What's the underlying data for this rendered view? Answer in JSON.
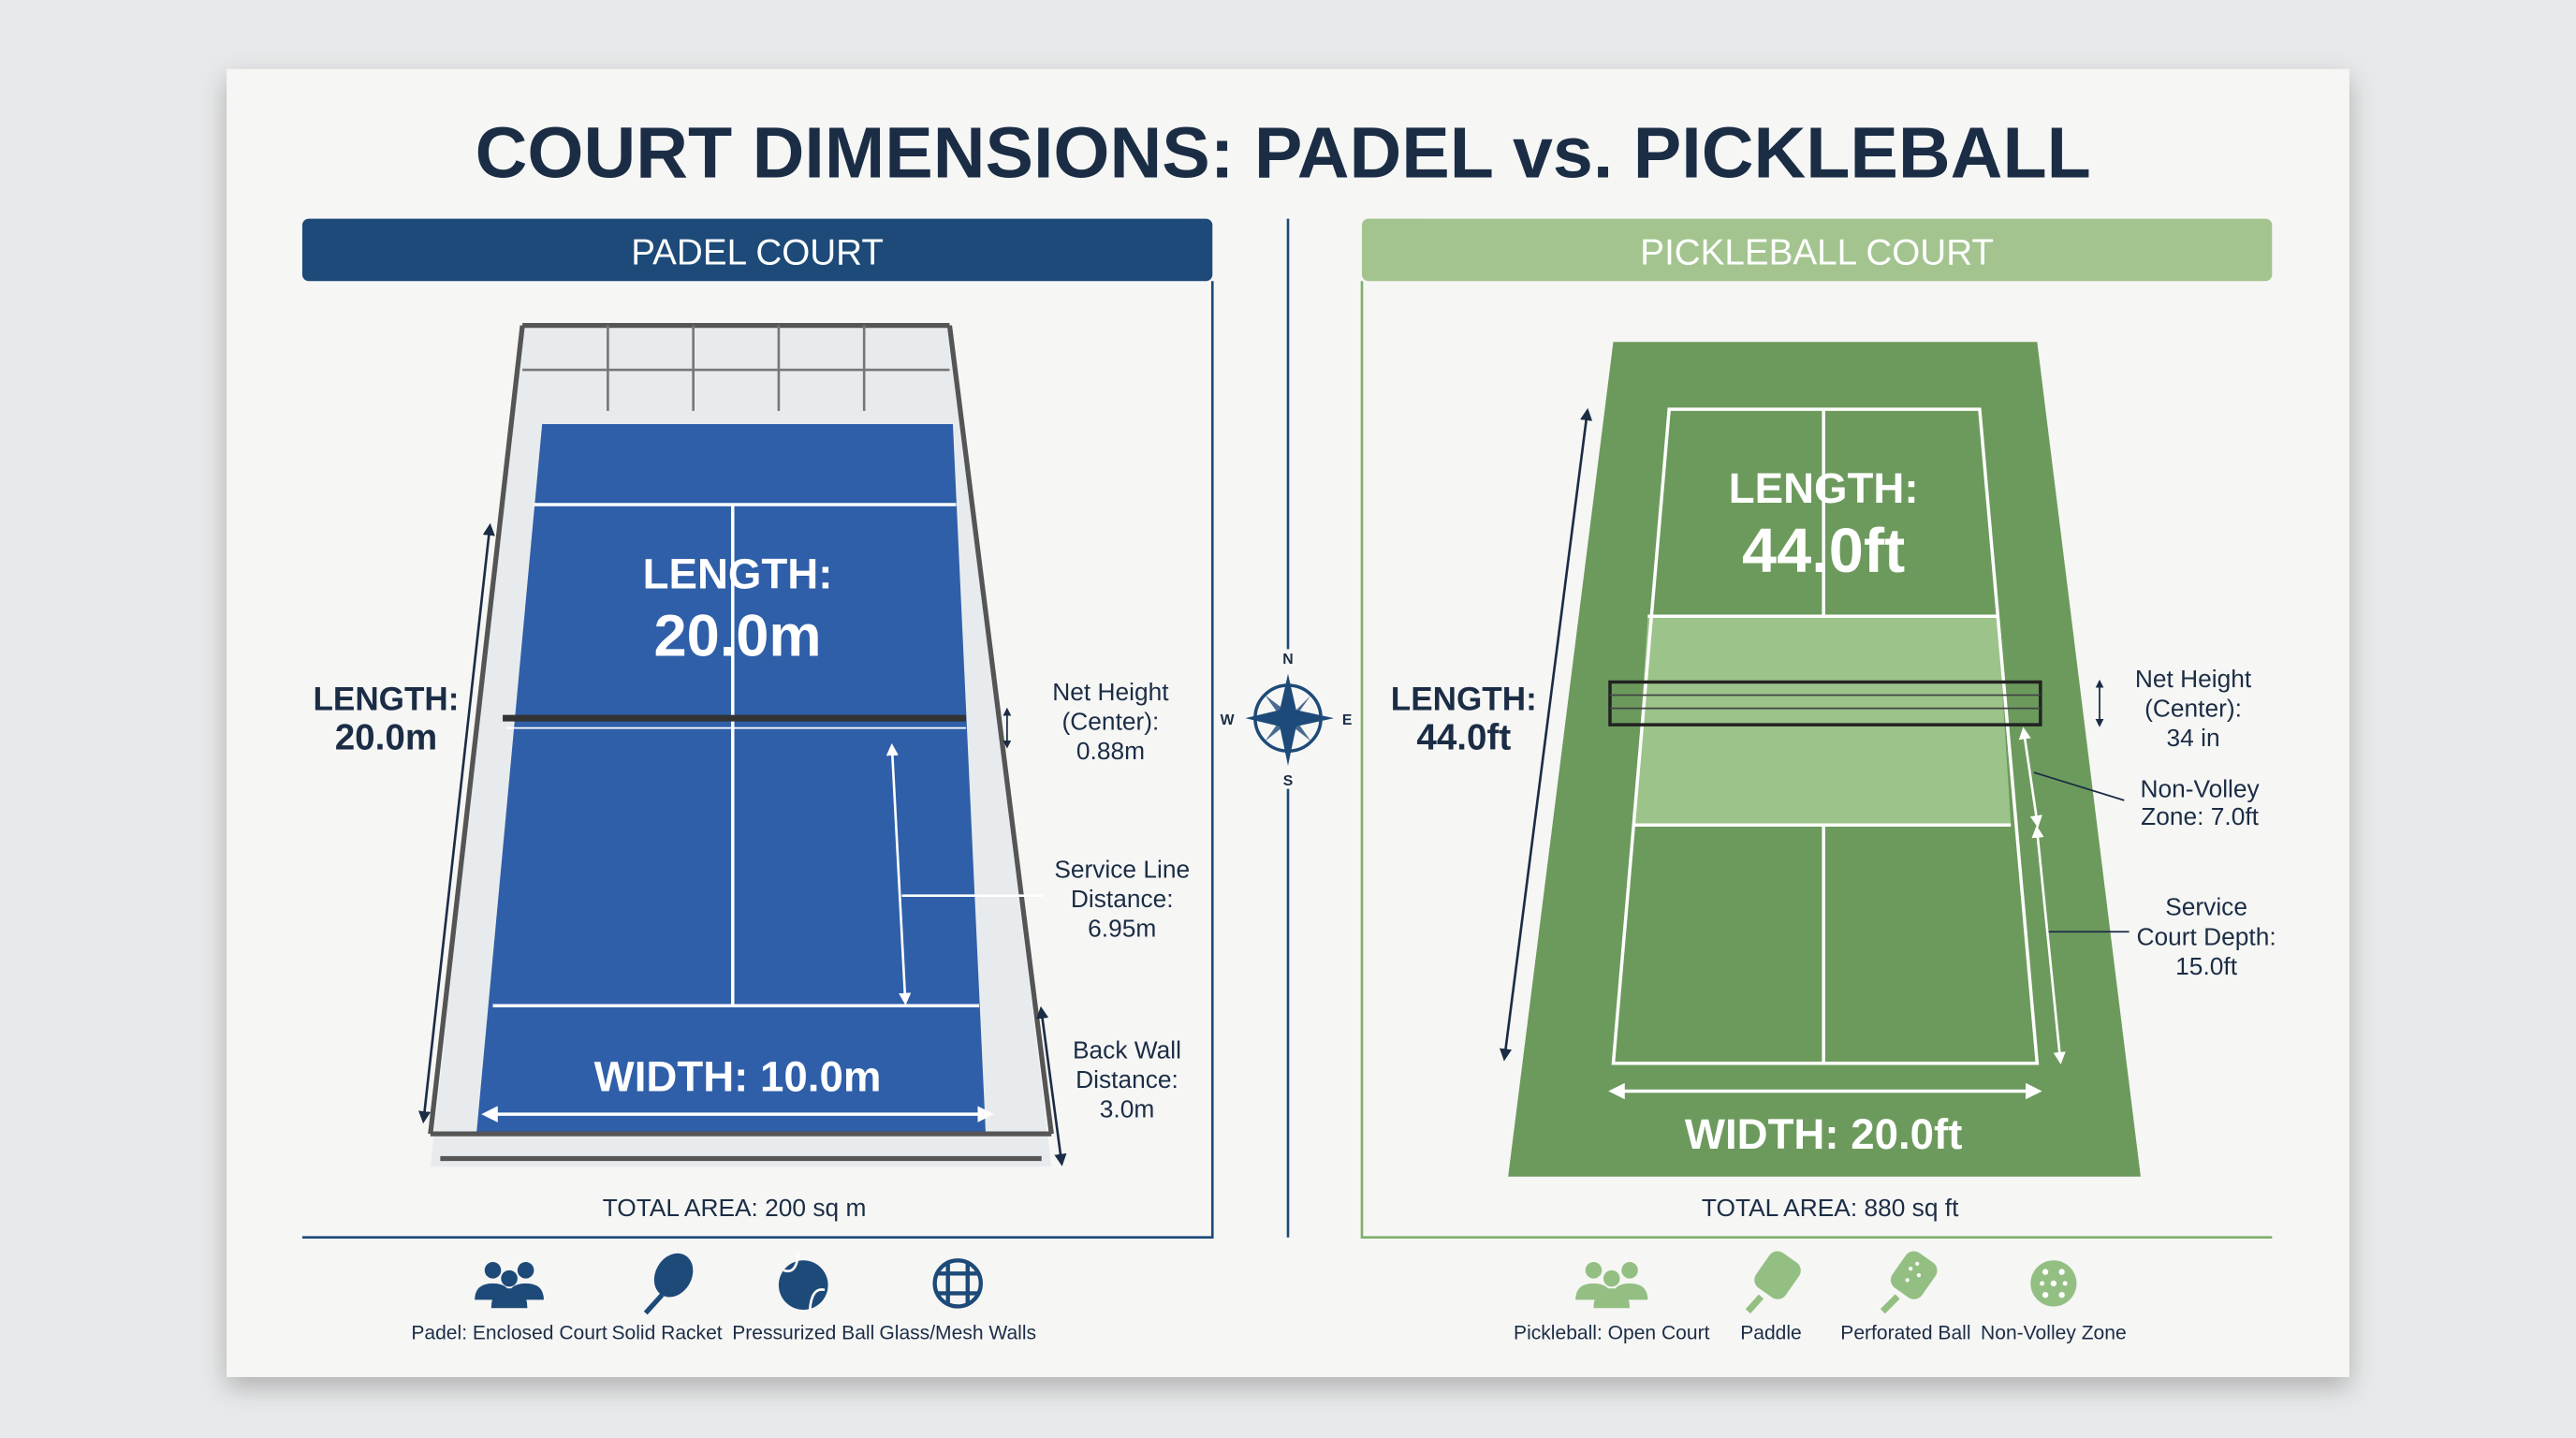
{
  "title": "COURT DIMENSIONS: PADEL vs. PICKLEBALL",
  "colors": {
    "navy": "#1d4a78",
    "padel_surface": "#2f5fa8",
    "green_header": "#a3c48f",
    "pickle_surface": "#6c9a5c",
    "kitchen": "#9cc38a",
    "text": "#1b2d45"
  },
  "compass": {
    "n": "N",
    "s": "S",
    "e": "E",
    "w": "W"
  },
  "padel": {
    "header": "PADEL COURT",
    "length_label": "LENGTH:",
    "length_value": "20.0m",
    "side_length_label": "LENGTH:",
    "side_length_value": "20.0m",
    "width": "WIDTH: 10.0m",
    "net_height": [
      "Net Height",
      "(Center):",
      "0.88m"
    ],
    "service_line": [
      "Service Line",
      "Distance:",
      "6.95m"
    ],
    "back_wall": [
      "Back Wall",
      "Distance:",
      "3.0m"
    ],
    "total_area": "TOTAL AREA: 200 sq m",
    "icons": [
      {
        "icon": "people-icon",
        "label": "Padel: Enclosed Court"
      },
      {
        "icon": "racket-icon",
        "label": "Solid Racket"
      },
      {
        "icon": "ball-icon",
        "label": "Pressurized Ball"
      },
      {
        "icon": "mesh-globe-icon",
        "label": "Glass/Mesh Walls"
      }
    ]
  },
  "pickleball": {
    "header": "PICKLEBALL COURT",
    "length_label": "LENGTH:",
    "length_value": "44.0ft",
    "side_length_label": "LENGTH:",
    "side_length_value": "44.0ft",
    "width": "WIDTH: 20.0ft",
    "net_height": [
      "Net Height",
      "(Center):",
      "34 in"
    ],
    "non_volley": [
      "Non-Volley",
      "Zone: 7.0ft"
    ],
    "service_depth": [
      "Service",
      "Court Depth:",
      "15.0ft"
    ],
    "total_area": "TOTAL AREA: 880 sq ft",
    "icons": [
      {
        "icon": "people-icon",
        "label": "Pickleball: Open Court"
      },
      {
        "icon": "paddle-icon",
        "label": "Paddle"
      },
      {
        "icon": "perforated-paddle-icon",
        "label": "Perforated Ball"
      },
      {
        "icon": "perforated-ball-icon",
        "label": "Non-Volley Zone"
      }
    ]
  }
}
